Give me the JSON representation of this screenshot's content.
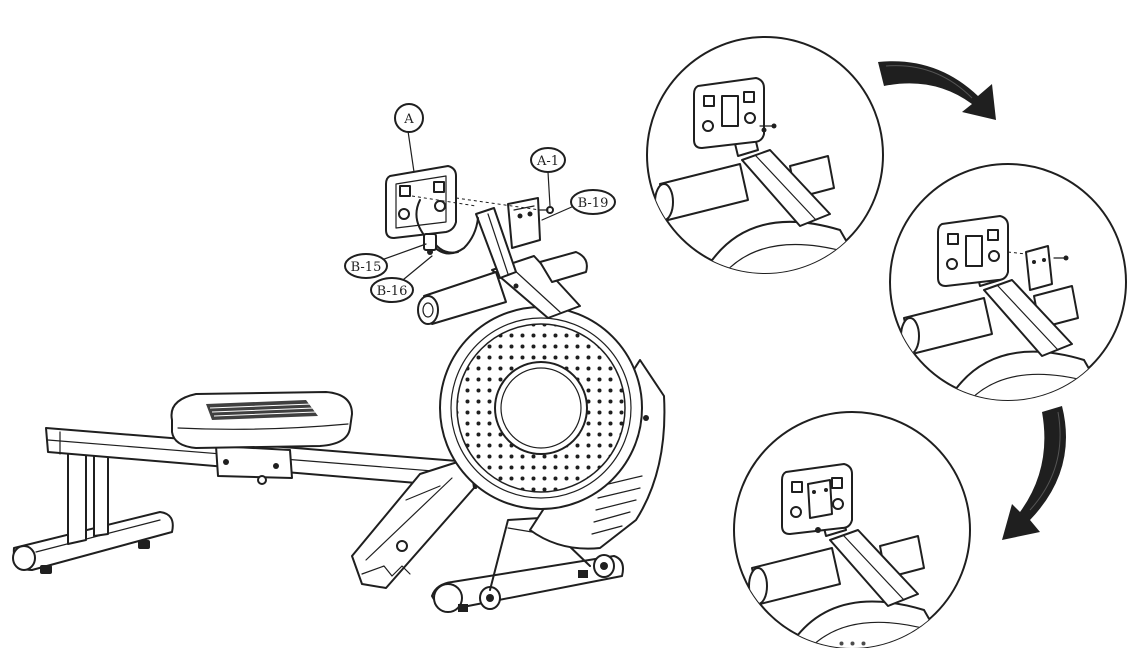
{
  "callouts": {
    "a": "A",
    "a1": "A-1",
    "b19": "B-19",
    "b15": "B-15",
    "b16": "B-16"
  },
  "colors": {
    "ink": "#1f1f1f",
    "paper": "#ffffff"
  },
  "steps": {
    "count": 3,
    "arrows": [
      "curved-arrow-right-down",
      "curved-arrow-down-left"
    ]
  }
}
